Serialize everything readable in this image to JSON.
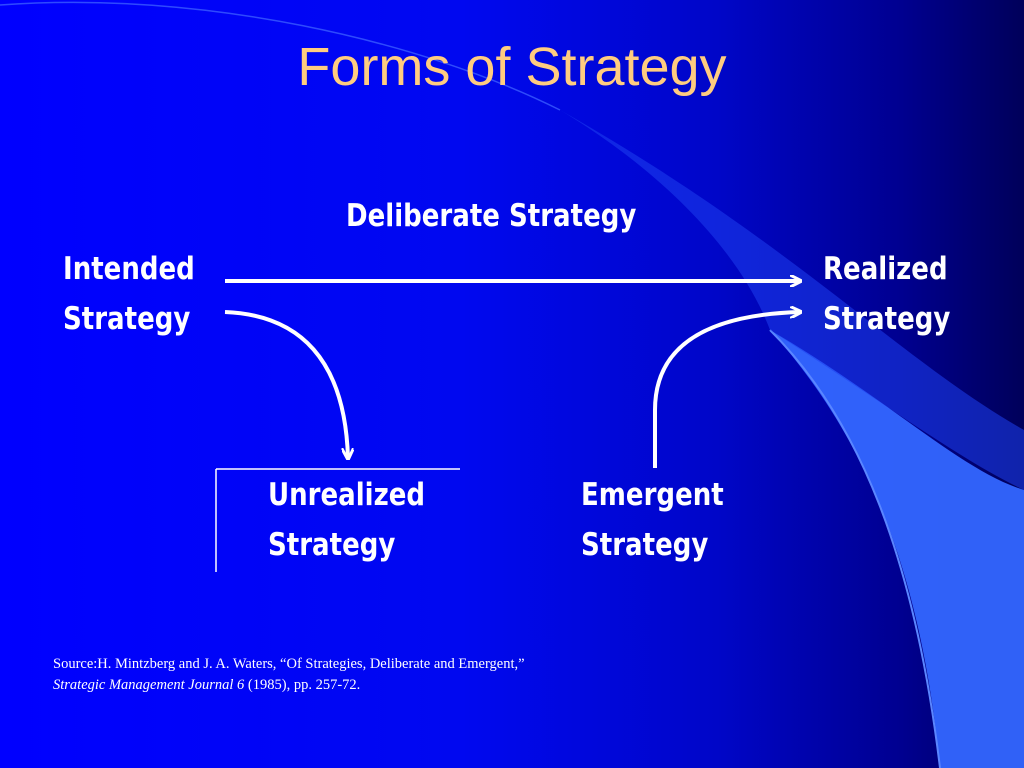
{
  "slide": {
    "title": "Forms of Strategy",
    "colors": {
      "background": "#0000ff",
      "title": "#ffcc80",
      "text": "#ffffff",
      "accent": "#3366ff"
    }
  },
  "diagram": {
    "deliberate_label": "Deliberate Strategy",
    "intended": {
      "line1": "Intended",
      "line2": "Strategy"
    },
    "realized": {
      "line1": "Realized",
      "line2": "Strategy"
    },
    "unrealized": {
      "line1": "Unrealized",
      "line2": "Strategy"
    },
    "emergent": {
      "line1": "Emergent",
      "line2": "Strategy"
    }
  },
  "source": {
    "prefix": "Source:H. Mintzberg and J. A. Waters, “Of Strategies, Deliberate and Emergent,”",
    "journal": "Strategic Management Journal 6",
    "suffix": "(1985), pp. 257-72."
  }
}
